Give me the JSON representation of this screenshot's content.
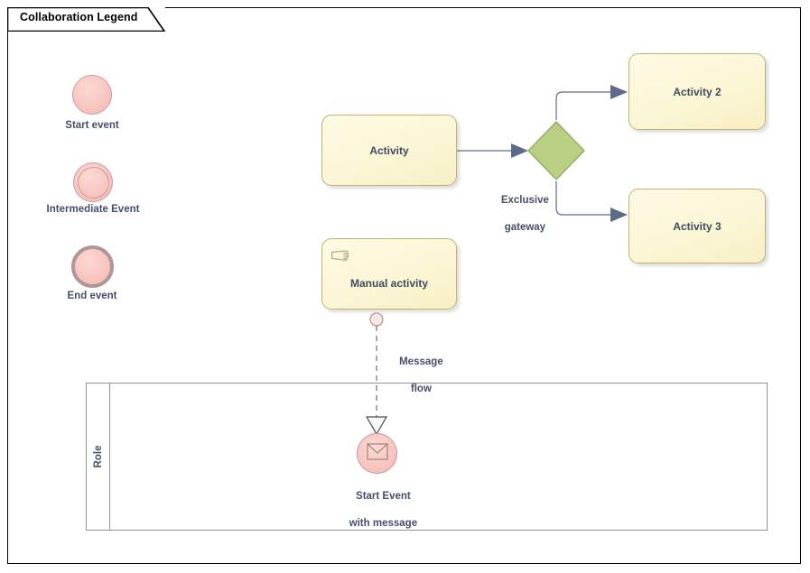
{
  "diagram": {
    "title": "Collaboration Legend",
    "type": "bpmn-collaboration-legend",
    "frame": {
      "border_color": "#000000",
      "background": "#ffffff"
    }
  },
  "palette": {
    "event_fill": "#f8c4bf",
    "event_border": "#c99d9a",
    "end_event_border": "#b09695",
    "task_fill": "#fbf6d5",
    "task_border": "#c3b073",
    "gateway_fill": "#b9cf84",
    "gateway_border": "#8fa85b",
    "arrow_fill": "#5d6b8a",
    "connector_line": "#5d6b8a",
    "label_text": "#44506b",
    "pool_border": "#9a8f8f"
  },
  "legend": {
    "items": [
      {
        "id": "start-event",
        "label": "Start event",
        "shape": "circle",
        "border": "thin-single"
      },
      {
        "id": "intermediate-event",
        "label": "Intermediate Event",
        "shape": "circle",
        "border": "thin-double"
      },
      {
        "id": "end-event",
        "label": "End event",
        "shape": "circle",
        "border": "thick-single"
      }
    ]
  },
  "nodes": {
    "activity": {
      "label": "Activity",
      "type": "task"
    },
    "activity2": {
      "label": "Activity 2",
      "type": "task"
    },
    "activity3": {
      "label": "Activity 3",
      "type": "task"
    },
    "manual_activity": {
      "label": "Manual activity",
      "type": "manual-task",
      "marker": "hand-icon"
    },
    "gateway": {
      "label": "Exclusive\ngateway",
      "label_line1": "Exclusive",
      "label_line2": "gateway",
      "type": "exclusive-gateway"
    },
    "message_start_event": {
      "label_line1": "Start Event",
      "label_line2": "with message",
      "type": "message-start-event",
      "marker": "envelope-icon"
    }
  },
  "connectors": {
    "message_flow": {
      "label_line1": "Message",
      "label_line2": "flow",
      "style": "dashed",
      "source_marker": "circle",
      "target_marker": "hollow-triangle"
    },
    "sequence_flows": [
      {
        "from": "activity",
        "to": "gateway"
      },
      {
        "from": "gateway",
        "to": "activity2"
      },
      {
        "from": "gateway",
        "to": "activity3"
      }
    ]
  },
  "pool": {
    "lane_label": "Role",
    "orientation": "horizontal"
  }
}
